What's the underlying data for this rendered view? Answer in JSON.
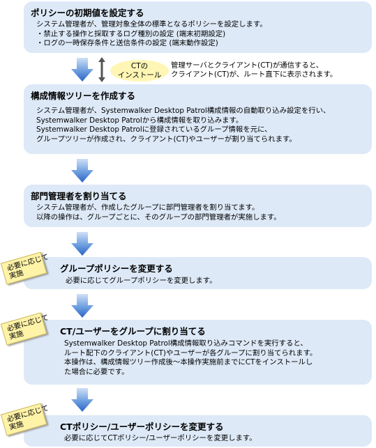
{
  "steps": [
    {
      "title": "ポリシーの初期値を設定する",
      "body": "システム管理者が、管理対象全体の標準となるポリシーを設定します。\n・禁止する操作と採取するログ種別の設定 (端末初期設定)\n・ログの一時保存条件と送信条件の設定 (端末動作設定)"
    },
    {
      "title": "構成情報ツリーを作成する",
      "body": "システム管理者が、Systemwalker Desktop Patrol構成情報の自動取り込み設定を行い、\nSystemwalker Desktop Patrolから構成情報を取り込みます。\nSystemwalker Desktop Patrolに登録されているグループ情報を元に、\nグループツリーが作成され、クライアント(CT)やユーザーが割り当てられます。"
    },
    {
      "title": "部門管理者を割り当てる",
      "body": "システム管理者が、作成したグループに部門管理者を割り当てます。\n以降の操作は、グループごとに、そのグループの部門管理者が実施します。"
    },
    {
      "title": "グループポリシーを変更する",
      "body": "必要に応じてグループポリシーを変更します。"
    },
    {
      "title": "CT/ユーザーをグループに割り当てる",
      "body": "Systemwalker Desktop Patrol構成情報取り込みコマンドを実行すると、\nルート配下のクライアント(CT)やユーザーが各グループに割り当てられます。\n本操作は、構成情報ツリー作成後～本操作実施前までにCTをインストールし\nた場合に必要です。"
    },
    {
      "title": "CTポリシー/ユーザーポリシーを変更する",
      "body": "必要に応じてCTポリシー/ユーザーポリシーを変更します。"
    }
  ],
  "ct_install": {
    "label": "CTの\nインストール",
    "note": "管理サーバとクライアント(CT)が通信すると、\nクライアント(CT)が、ルート直下に表示されます。"
  },
  "optional_tag": "必要に応じて\n実施",
  "colors": {
    "step_bg": "#dde9f7",
    "arrow": "#3a78d0",
    "tag_bg": "#fff3a8",
    "oval_bg": "#fff6b5"
  }
}
